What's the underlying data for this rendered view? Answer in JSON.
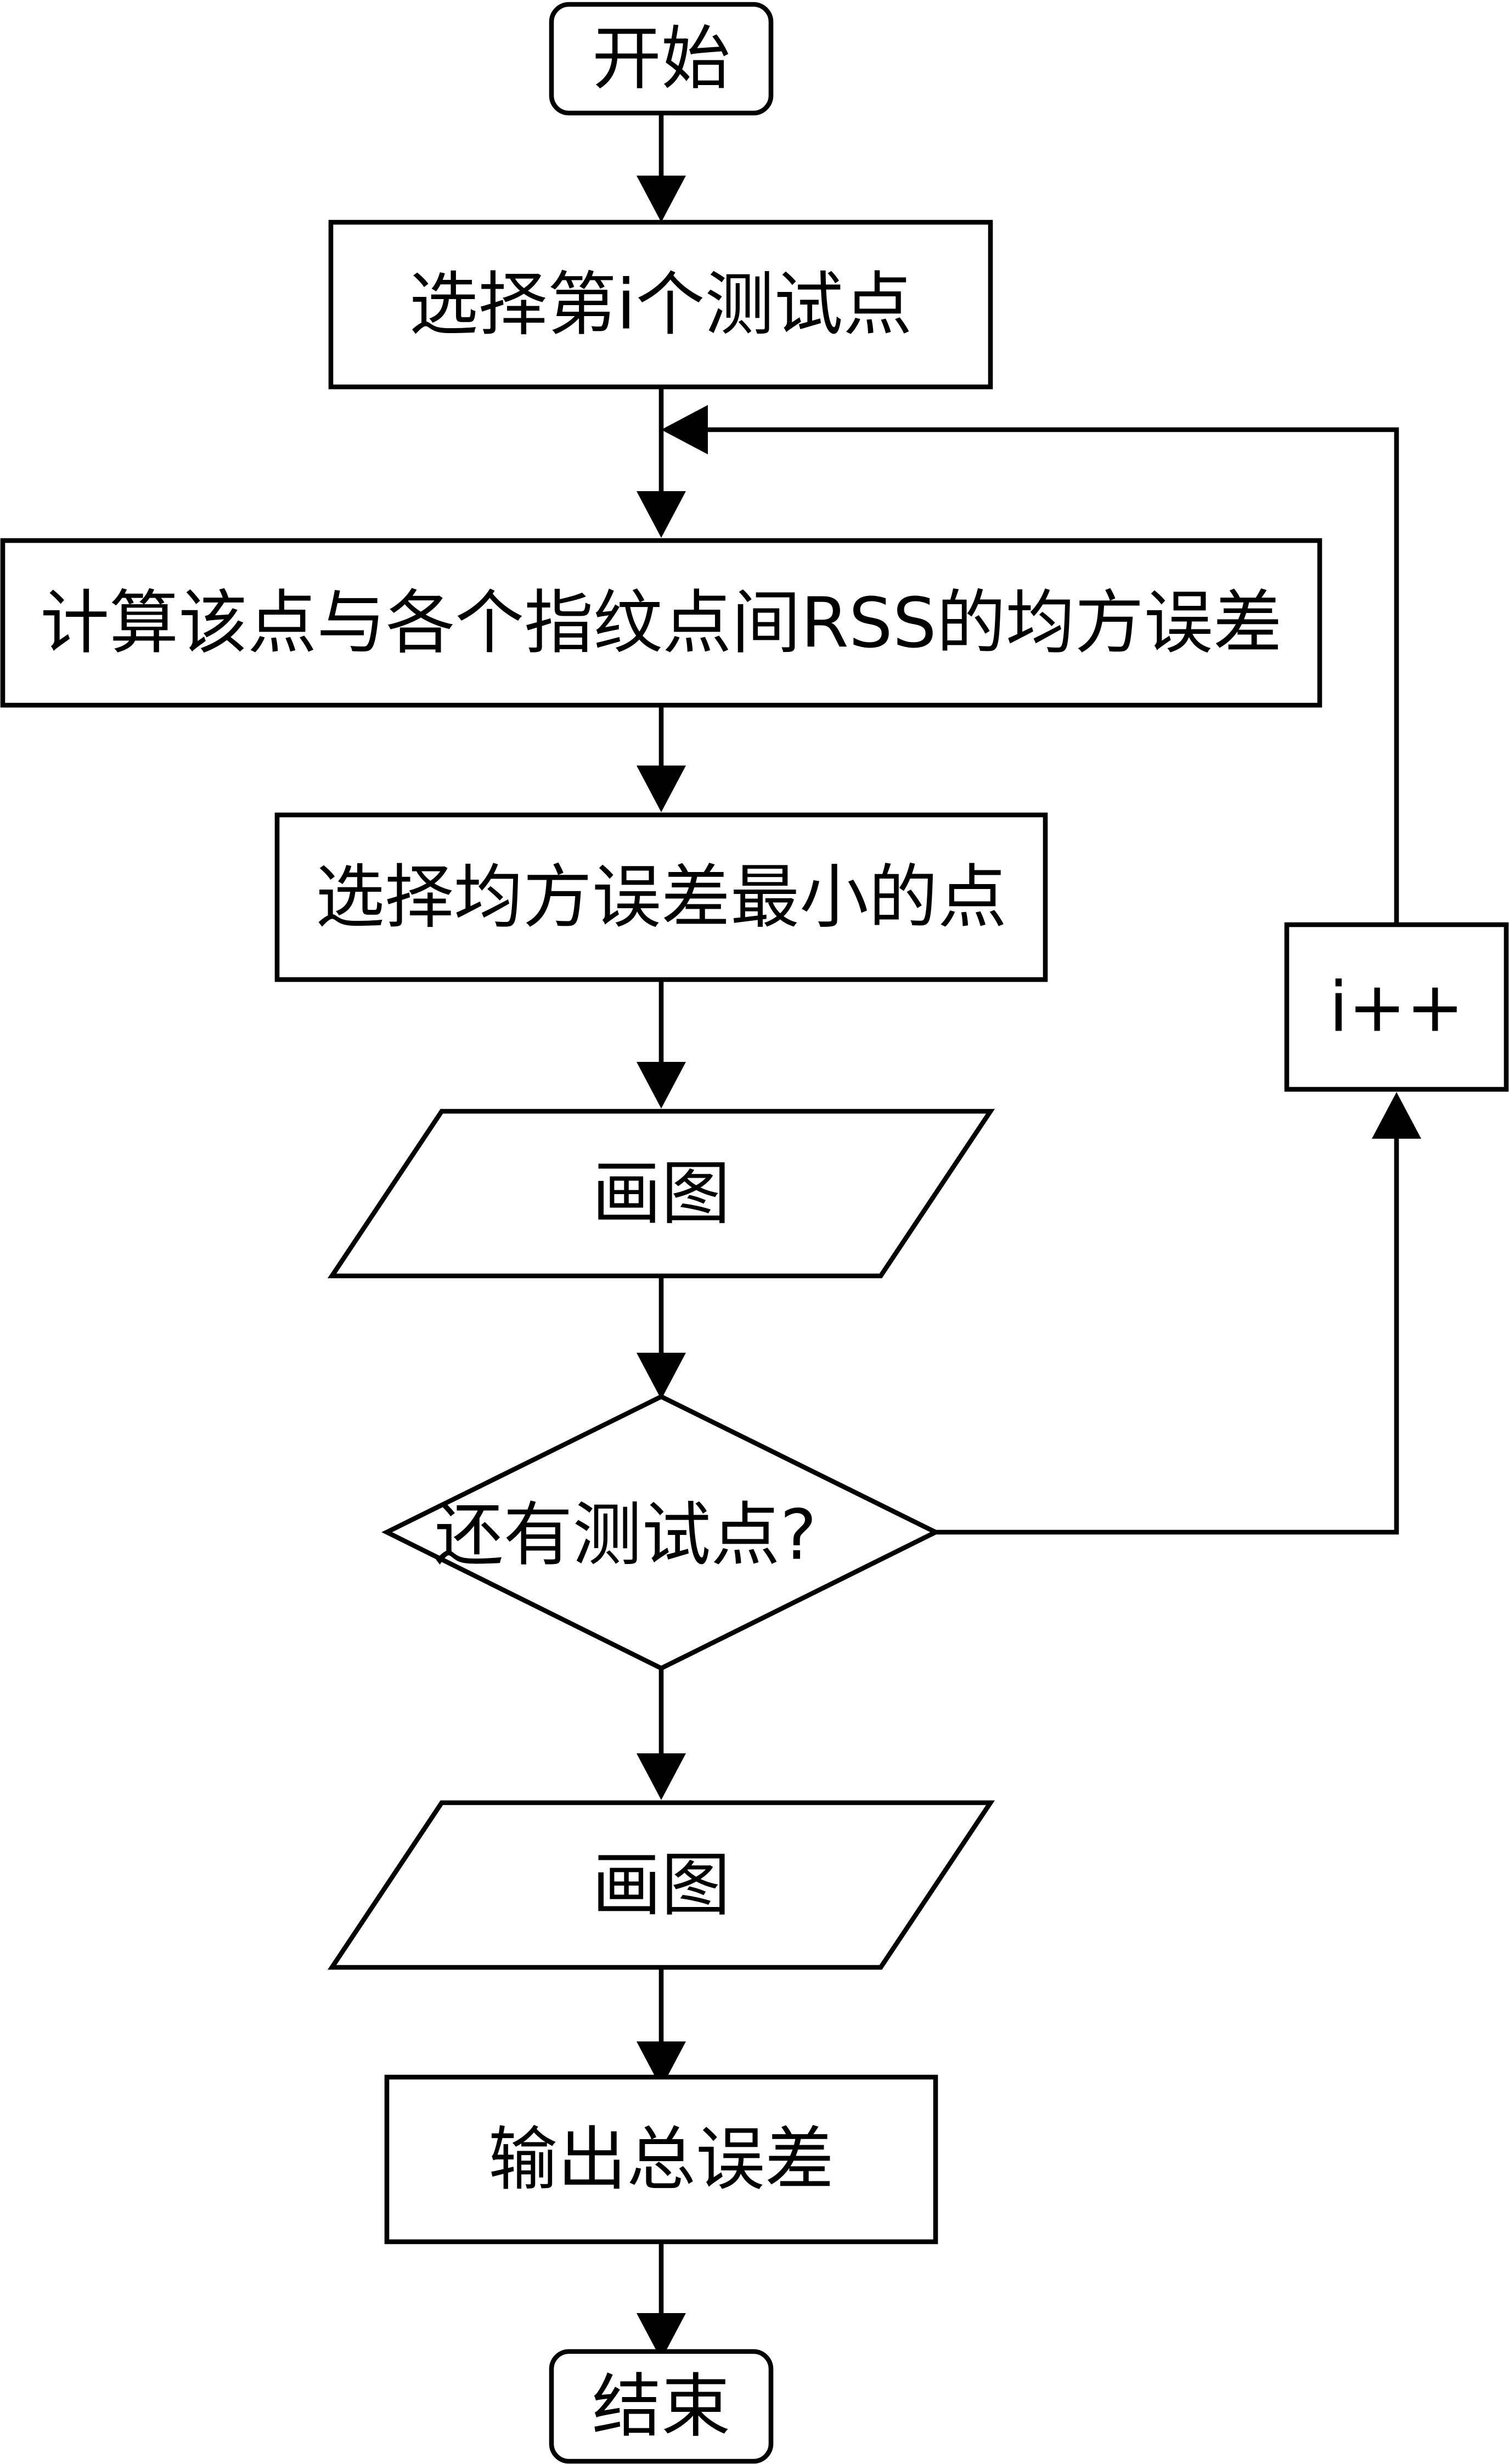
{
  "flowchart": {
    "nodes": {
      "start": {
        "label": "开始"
      },
      "select_point": {
        "label": "选择第i个测试点"
      },
      "compute_mse": {
        "label": "计算该点与各个指纹点间RSS的均方误差"
      },
      "select_min": {
        "label": "选择均方误差最小的点"
      },
      "draw_1": {
        "label": "画图"
      },
      "more_points": {
        "label": "还有测试点?"
      },
      "increment": {
        "label": "i++"
      },
      "draw_2": {
        "label": "画图"
      },
      "output_error": {
        "label": "输出总误差"
      },
      "end": {
        "label": "结束"
      }
    },
    "colors": {
      "stroke": "#000000",
      "fill": "#ffffff",
      "text": "#000000"
    }
  }
}
